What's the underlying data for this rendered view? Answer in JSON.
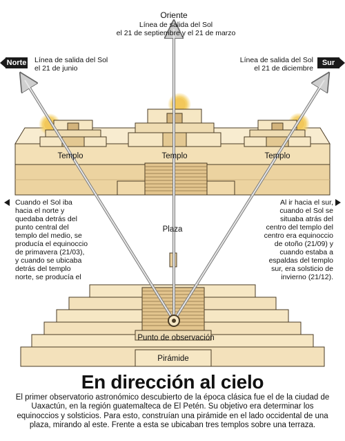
{
  "labels": {
    "oriente": "Oriente",
    "top_center": "Línea de salida del Sol\nel 21 de septiembre y el 21 de marzo",
    "norte": "Norte",
    "top_left": "Línea de salida del Sol\nel 21 de junio",
    "sur": "Sur",
    "top_right": "Línea de salida del Sol\nel 21 de diciembre",
    "templo_left": "Templo",
    "templo_center": "Templo",
    "templo_right": "Templo",
    "plaza": "Plaza",
    "punto": "Punto de observación",
    "piramide": "Pirámide"
  },
  "notes": {
    "left": "Cuando el Sol iba\nhacia el norte y\nquedaba detrás del\npunto central del\ntemplo del medio, se\nproducía el equinoccio\nde primavera (21/03),\ny cuando se ubicaba\ndetrás del templo\nnorte, se producía el",
    "right": "Al ir hacia el sur,\ncuando el Sol se\nsituaba atrás del\ncentro del templo del\ncentro era equinoccio\nde otoño (21/09) y\ncuando estaba a\nespaldas del templo\nsur, era solsticio de\ninvierno (21/12)."
  },
  "title": "En dirección al cielo",
  "body": "El primer observatorio astronómico descubierto de la época clásica fue el de la ciudad de Uaxactún, en la región guatemalteca de El Petén. Su objetivo era determinar los equinoccios y solsticios. Para esto, construían una pirámide en el lado occidental de una plaza, mirando al este. Frente a esta se ubicaban tres templos sobre una terraza.",
  "colors": {
    "stone_light": "#f6e7c4",
    "stone_mid": "#ead4a6",
    "stone_dark": "#d9bd86",
    "outline": "#4a3b24",
    "sun": "#f2c75a",
    "ink": "#1a1a1a"
  }
}
